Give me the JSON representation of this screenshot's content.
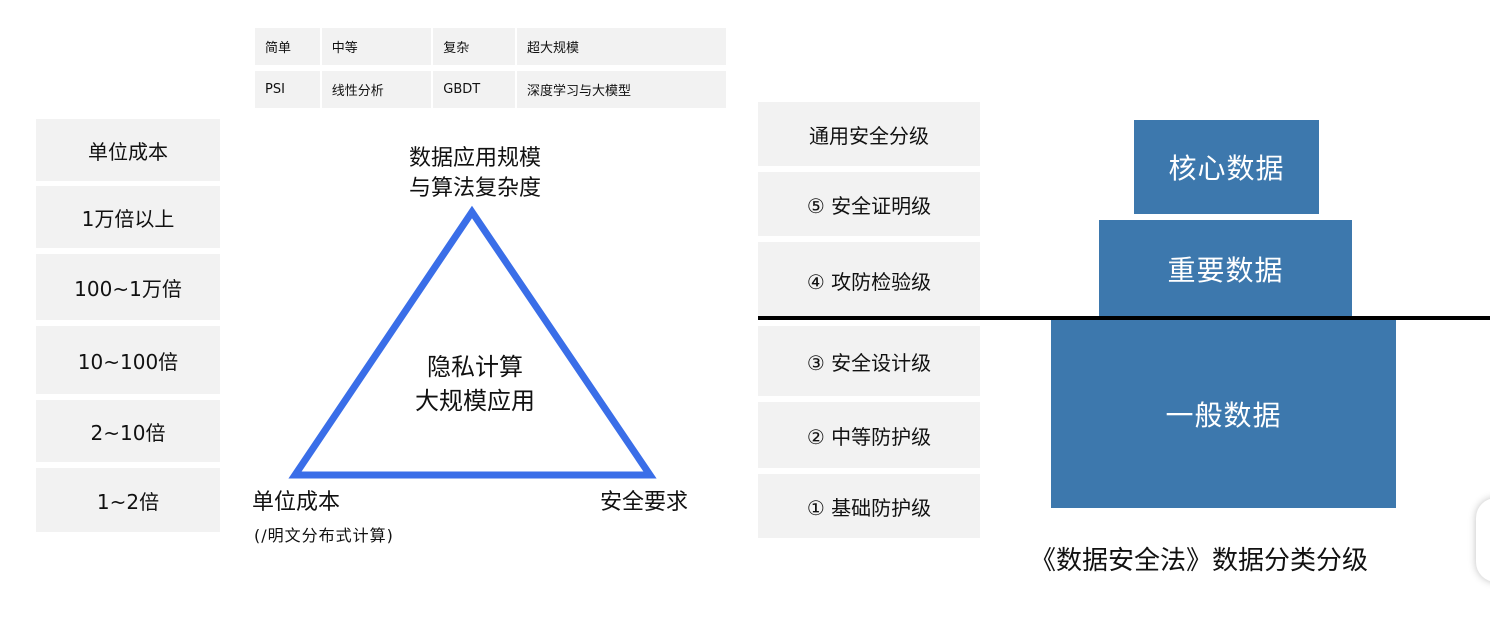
{
  "top_table": {
    "rows": [
      [
        "简单",
        "中等",
        "复杂",
        "超大规模"
      ],
      [
        "PSI",
        "线性分析",
        "GBDT",
        "深度学习与大模型"
      ]
    ]
  },
  "cost_column": {
    "items": [
      "单位成本",
      "1万倍以上",
      "100~1万倍",
      "10~100倍",
      "2~10倍",
      "1~2倍"
    ]
  },
  "triangle": {
    "top_line1": "数据应用规模",
    "top_line2": "与算法复杂度",
    "center_line1": "隐私计算",
    "center_line2": "大规模应用",
    "left": "单位成本",
    "left_sub": "(/明文分布式计算)",
    "right": "安全要求",
    "stroke_color": "#3a6ee8"
  },
  "levels": {
    "items": [
      "通用安全分级",
      "⑤ 安全证明级",
      "④ 攻防检验级",
      "③ 安全设计级",
      "② 中等防护级",
      "① 基础防护级"
    ]
  },
  "pyramid": {
    "core": "核心数据",
    "important": "重要数据",
    "general": "一般数据",
    "block_color": "#3d78ad"
  },
  "caption": "《数据安全法》数据分类分级"
}
